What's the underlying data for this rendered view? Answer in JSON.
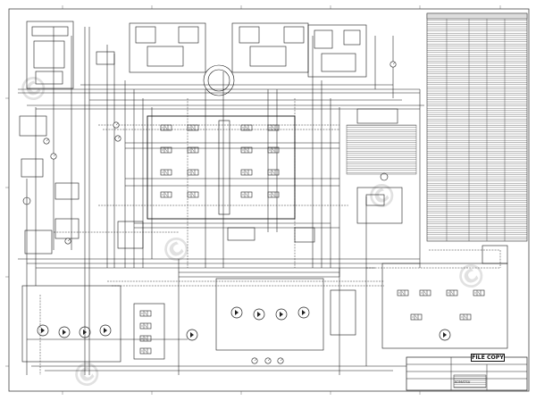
{
  "drawing": {
    "file_copy_stamp": "FILE COPY",
    "company": "KOMATSU",
    "watermark": "(c)"
  },
  "colors": {
    "ink": "#1a1a1a",
    "paper": "#ffffff",
    "watermark": "#c8c8c8",
    "stamp": "#111111"
  }
}
